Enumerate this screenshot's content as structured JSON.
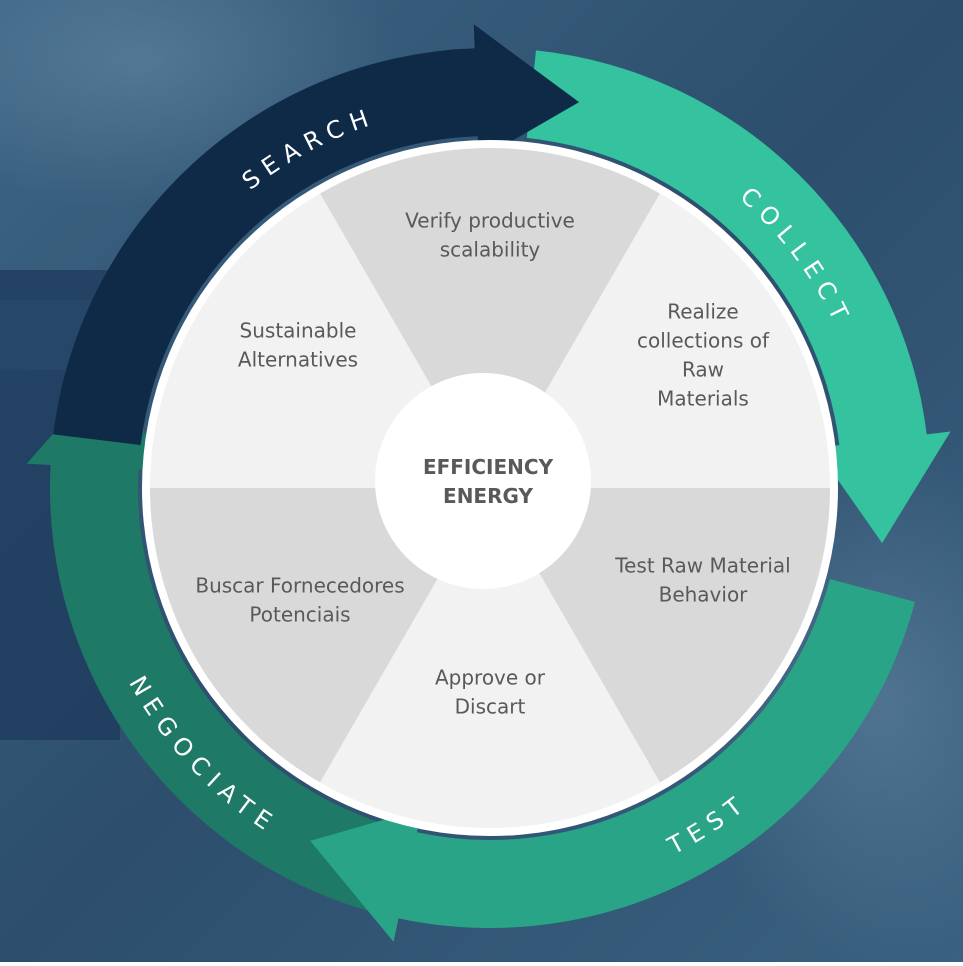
{
  "colors": {
    "bg_blue": "#2f5170",
    "navy": "#0f2a47",
    "teal_light": "#35c29f",
    "teal_mid": "#2aa486",
    "teal_dark": "#1e7a66",
    "disc_white": "#ffffff",
    "wedge_dark": "#d9d9d9",
    "wedge_light": "#f2f2f2",
    "text_grey": "#595959"
  },
  "center": {
    "line1": "EFFICIENCY",
    "line2": "ENERGY"
  },
  "phases": [
    {
      "label": "SEARCH",
      "color": "#0f2a47"
    },
    {
      "label": "COLLECT",
      "color": "#35c29f"
    },
    {
      "label": "TEST",
      "color": "#2aa486"
    },
    {
      "label": "NEGOCIATE",
      "color": "#1e7a66"
    }
  ],
  "segments": [
    {
      "lines": [
        "Verify productive",
        "scalability"
      ]
    },
    {
      "lines": [
        "Realize",
        "collections of",
        "Raw",
        "Materials"
      ]
    },
    {
      "lines": [
        "Test Raw Material",
        "Behavior"
      ]
    },
    {
      "lines": [
        "Approve or",
        "Discart"
      ]
    },
    {
      "lines": [
        "Buscar Fornecedores",
        "Potenciais"
      ]
    },
    {
      "lines": [
        "Sustainable",
        "Alternatives"
      ]
    }
  ]
}
